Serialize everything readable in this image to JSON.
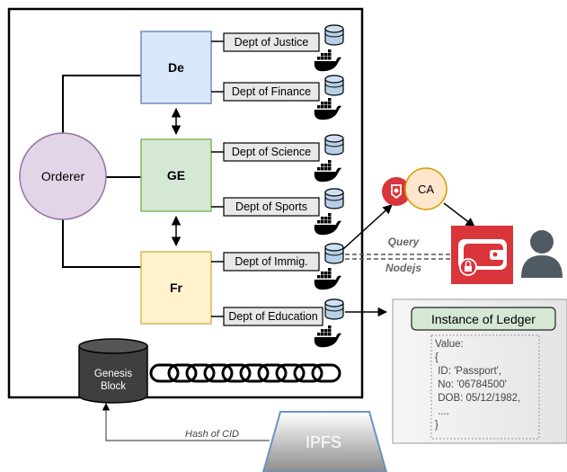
{
  "orderer": {
    "label": "Orderer"
  },
  "orgs": [
    {
      "key": "de",
      "label": "De"
    },
    {
      "key": "ge",
      "label": "GE"
    },
    {
      "key": "fr",
      "label": "Fr"
    }
  ],
  "departments": [
    "Dept of Justice",
    "Dept of Finance",
    "Dept of Science",
    "Dept of Sports",
    "Dept of Immig.",
    "Dept of Education"
  ],
  "genesis": {
    "line1": "Genesis",
    "line2": "Block"
  },
  "ca": {
    "label": "CA"
  },
  "query": {
    "label": "Query",
    "sublabel": "Nodejs"
  },
  "ledger": {
    "title": "Instance of Ledger",
    "lines": [
      "Value:",
      "{",
      " ID: 'Passport',",
      " No: '06784500'",
      " DOB: 05/12/1982,",
      " ....",
      "}"
    ]
  },
  "ipfs": {
    "label": "IPFS"
  },
  "hash_label": "Hash of CID",
  "colors": {
    "de_fill": "#dae8fc",
    "de_stroke": "#6c8ebf",
    "ge_fill": "#d5e8d4",
    "ge_stroke": "#82b366",
    "fr_fill": "#fff2cc",
    "fr_stroke": "#d6b656",
    "orderer_fill": "#e1d5e7",
    "orderer_stroke": "#9673a6",
    "ca_fill": "#ffe6cc",
    "ca_stroke": "#d79b00",
    "wallet_red": "#d9353b",
    "ipfs_blue": "#6b93c2"
  },
  "icons": [
    "database-icon",
    "docker-whale-icon",
    "certificate-icon",
    "wallet-icon",
    "user-icon",
    "chain-icon",
    "genesis-cylinder-icon"
  ]
}
